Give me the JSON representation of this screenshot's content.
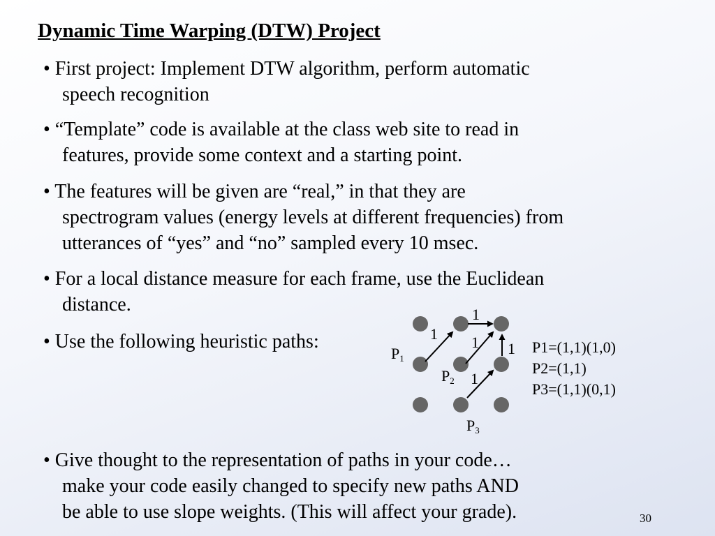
{
  "slide": {
    "title": "Dynamic Time Warping (DTW) Project",
    "page_number": "30"
  },
  "bullets": [
    {
      "lines": [
        "• First project: Implement DTW algorithm, perform automatic",
        "speech recognition"
      ]
    },
    {
      "lines": [
        "• “Template” code is available at the class web site to read in",
        "features, provide some context and a starting point."
      ]
    },
    {
      "lines": [
        "• The features will be given are “real,” in that they are",
        "spectrogram values (energy levels at different frequencies) from",
        "utterances of “yes” and “no” sampled every 10 msec."
      ]
    },
    {
      "lines": [
        "• For a local distance measure for each frame, use the Euclidean",
        "distance."
      ]
    },
    {
      "lines": [
        "• Use the following heuristic paths:"
      ]
    },
    {
      "lines": [
        "• Give thought to the representation of paths in your code…",
        "make your code easily changed to specify new paths AND",
        "be able to use slope weights. (This will affect your grade)."
      ]
    }
  ],
  "diagram": {
    "node_color": "#666666",
    "path_labels": {
      "p1": "P",
      "p1_sub": "1",
      "p2": "P",
      "p2_sub": "2",
      "p3": "P",
      "p3_sub": "3"
    },
    "weights": {
      "top": "1",
      "left": "1",
      "middle": "1",
      "right": "1",
      "lower": "1"
    },
    "legend": [
      "P1=(1,1)(1,0)",
      "P2=(1,1)",
      "P3=(1,1)(0,1)"
    ]
  }
}
